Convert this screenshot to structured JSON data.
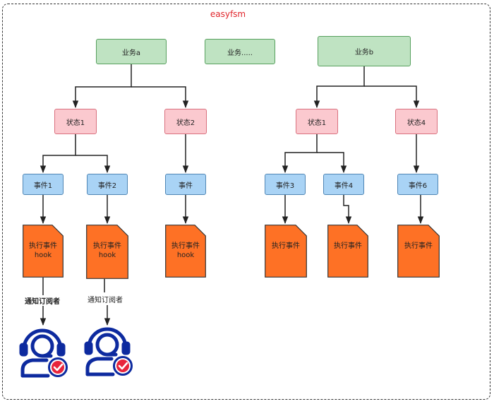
{
  "title": "easyfsm",
  "colors": {
    "title": "#e0242a",
    "business_fill": "#bfe3c2",
    "state_fill": "#fbc9cf",
    "event_fill": "#a9d3f5",
    "hook_fill": "#fe7125",
    "subscriber_icon": "#0d2a9f",
    "subscriber_check": "#e8243c"
  },
  "businesses": [
    "业务a",
    "业务.....",
    "业务b"
  ],
  "states": [
    "状态1",
    "状态2",
    "状态1",
    "状态4"
  ],
  "events": [
    "事件1",
    "事件2",
    "事件",
    "事件3",
    "事件4",
    "事件6"
  ],
  "hooks": [
    {
      "line1": "执行事件",
      "line2": "hook"
    },
    {
      "line1": "执行事件",
      "line2": "hook"
    },
    {
      "line1": "执行事件",
      "line2": "hook"
    },
    {
      "line1": "执行事件",
      "line2": ""
    },
    {
      "line1": "执行事件",
      "line2": ""
    },
    {
      "line1": "执行事件",
      "line2": ""
    }
  ],
  "notify_labels": [
    "通知订阅者",
    "通知订阅者"
  ],
  "icons": [
    "subscriber-icon",
    "subscriber-icon"
  ]
}
